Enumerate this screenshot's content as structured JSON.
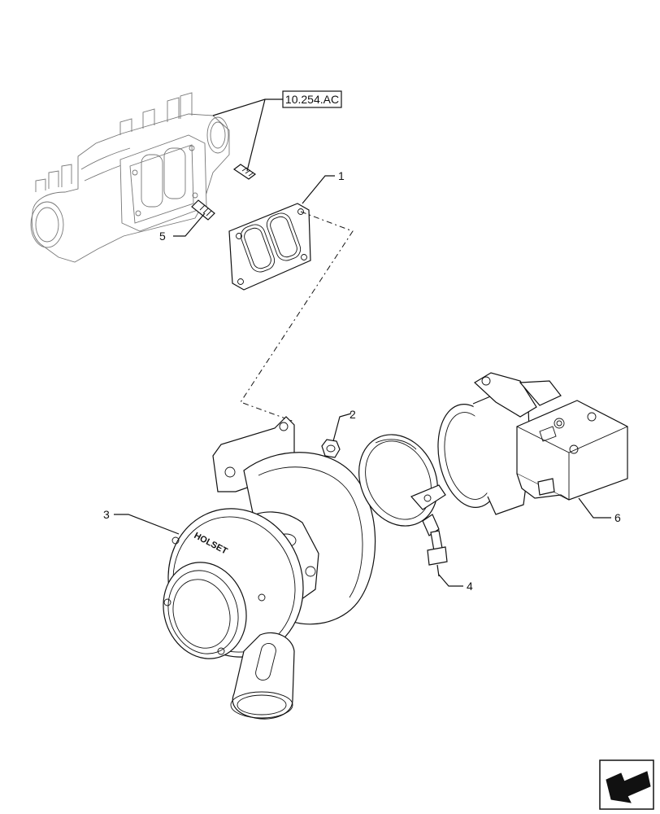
{
  "reference": "10.254.AC",
  "callouts": [
    {
      "id": "callout-1",
      "number": "1"
    },
    {
      "id": "callout-2",
      "number": "2"
    },
    {
      "id": "callout-3",
      "number": "3"
    },
    {
      "id": "callout-4",
      "number": "4"
    },
    {
      "id": "callout-5",
      "number": "5"
    },
    {
      "id": "callout-6",
      "number": "6"
    }
  ],
  "brand_marking": "HOLSET",
  "nav_icon": "next-page-arrow-icon"
}
